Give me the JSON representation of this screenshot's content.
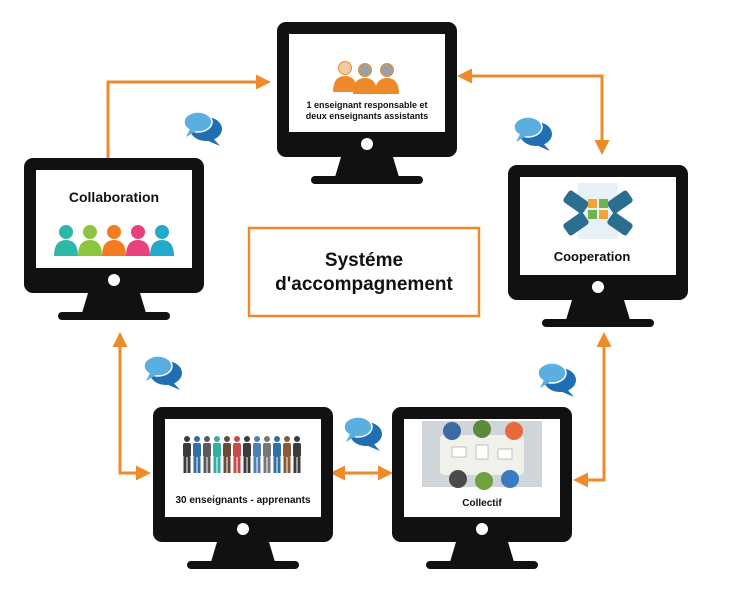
{
  "center": {
    "line1": "Systéme",
    "line2": "d'accompagnement"
  },
  "monitors": {
    "top": {
      "line1": "1 enseignant responsable et",
      "line2": "deux enseignants assistants"
    },
    "left": {
      "label": "Collaboration"
    },
    "right": {
      "label": "Cooperation"
    },
    "bottom_left": {
      "label": "30 enseignants - apprenants"
    },
    "bottom_right": {
      "label": "Collectif"
    }
  },
  "colors": {
    "arrow": "#ef8a2b",
    "monitor": "#111111",
    "center_border": "#ef8a2b",
    "bubble_light": "#5aaee0",
    "bubble_dark": "#1f6fb2"
  },
  "icons": {
    "monitor": "desktop-monitor-icon",
    "chat": "speech-bubbles-icon"
  }
}
